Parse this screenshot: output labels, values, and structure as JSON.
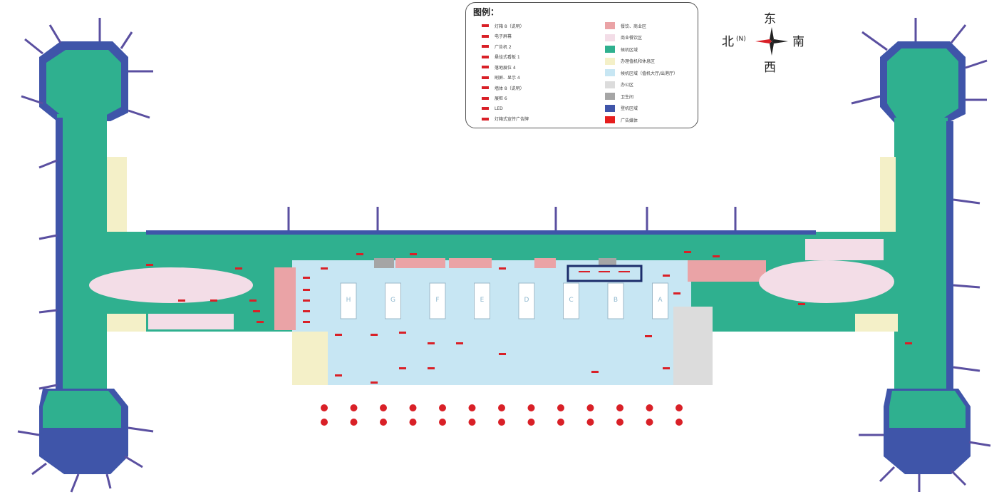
{
  "legend": {
    "title": "图例：",
    "symbol_items": [
      {
        "label": "灯箱 8（说明）",
        "icon": "lightbox-icon",
        "color": "#d92027"
      },
      {
        "label": "电子屏幕",
        "icon": "screen-icon",
        "color": "#d92027"
      },
      {
        "label": "广告机 2",
        "icon": "ad-machine-icon",
        "color": "#d92027"
      },
      {
        "label": "悬挂式看板 1",
        "icon": "hanging-board-icon",
        "color": "#d92027"
      },
      {
        "label": "落地展位 4",
        "icon": "floor-booth-icon",
        "color": "#d92027"
      },
      {
        "label": "刷屏、显示 4",
        "icon": "display-icon",
        "color": "#d92027"
      },
      {
        "label": "墙体 8（说明）",
        "icon": "wall-icon",
        "color": "#d92027"
      },
      {
        "label": "展柜 6",
        "icon": "showcase-icon",
        "color": "#d92027"
      },
      {
        "label": "LED",
        "icon": "led-icon",
        "color": "#d92027"
      },
      {
        "label": "灯箱式宣传广告牌",
        "icon": "billboard-icon",
        "color": "#d92027"
      }
    ],
    "area_items": [
      {
        "label": "餐饮、商业区",
        "color": "#eaa3a6"
      },
      {
        "label": "商业餐饮区",
        "color": "#f3dde7"
      },
      {
        "label": "候机区域",
        "color": "#2fb08f"
      },
      {
        "label": "办理值机和休息区",
        "color": "#f4f0c8"
      },
      {
        "label": "候机区域（值机大厅/出港厅）",
        "color": "#c7e6f3"
      },
      {
        "label": "办公区",
        "color": "#dcdcdc"
      },
      {
        "label": "卫生间",
        "color": "#a5a5a5"
      },
      {
        "label": "登机区域",
        "color": "#3f55a9"
      },
      {
        "label": "广告媒体",
        "color": "#e61e1e"
      }
    ]
  },
  "compass": {
    "east": "东",
    "west": "西",
    "north": "北",
    "north_en": "(N)",
    "south": "南"
  },
  "gates": [
    "H",
    "G",
    "F",
    "E",
    "D",
    "C",
    "B",
    "A"
  ],
  "colors": {
    "teal": "#2fb08f",
    "navy": "#3f55a9",
    "lightblue": "#c7e6f3",
    "pink": "#eaa3a6",
    "cream": "#f4f0c8",
    "grey": "#a5a5a5",
    "lightgrey": "#dcdcdc",
    "red": "#d92027",
    "highlight": "#1c2d6b"
  }
}
